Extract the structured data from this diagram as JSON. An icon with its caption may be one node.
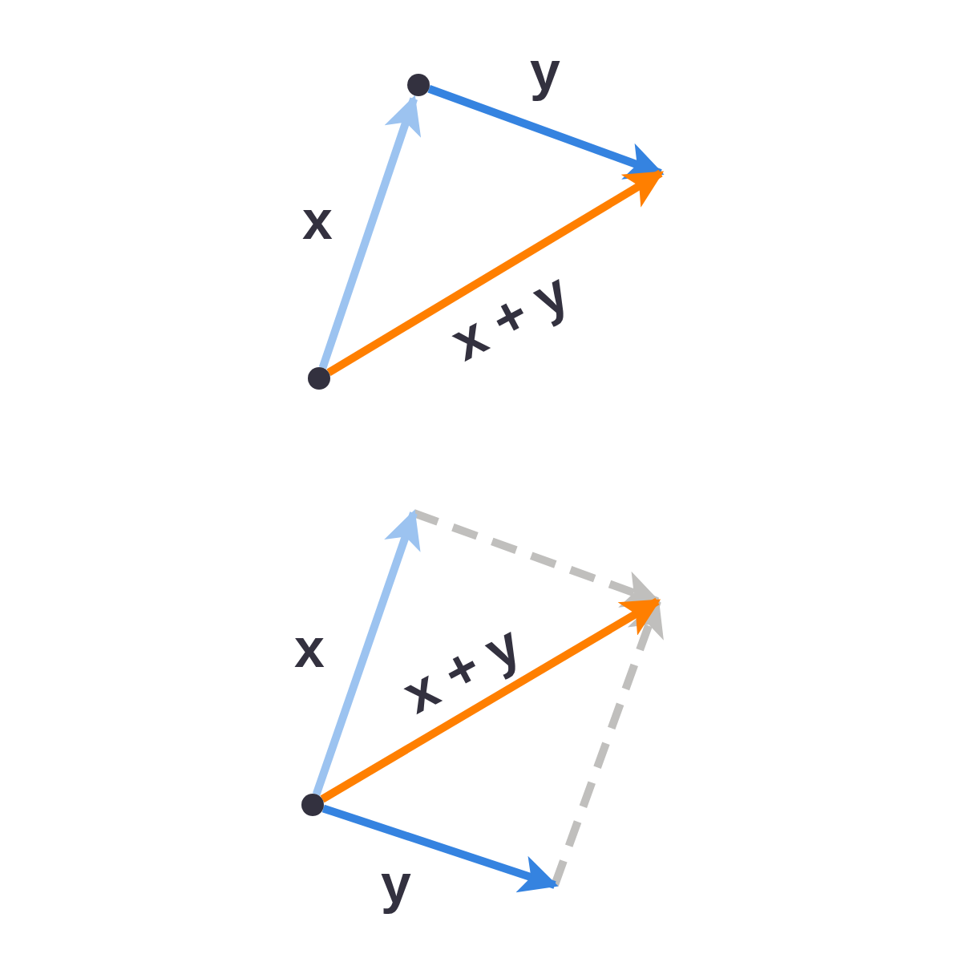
{
  "diagram": {
    "nodes": [
      {
        "text": [],
        "shape": "circle"
      },
      {
        "text": [],
        "shape": "circle"
      },
      {
        "text": [],
        "shape": "circle"
      }
    ],
    "edges": [
      {
        "from": 0,
        "to": 1,
        "arrow": "to",
        "label": "x",
        "color": "#9cc3f0"
      },
      {
        "from": 1,
        "to": null,
        "arrow": "to",
        "label": "y",
        "color": "#3583e0"
      },
      {
        "from": 0,
        "to": null,
        "arrow": "to",
        "label": "x + y",
        "color": "#ff7f00"
      },
      {
        "from": 2,
        "to": null,
        "arrow": "to",
        "label": "x",
        "color": "#9cc3f0"
      },
      {
        "from": 2,
        "to": null,
        "arrow": "to",
        "label": "y",
        "color": "#3583e0"
      },
      {
        "from": 2,
        "to": null,
        "arrow": "to",
        "label": "x + y",
        "color": "#ff7f00"
      }
    ]
  }
}
